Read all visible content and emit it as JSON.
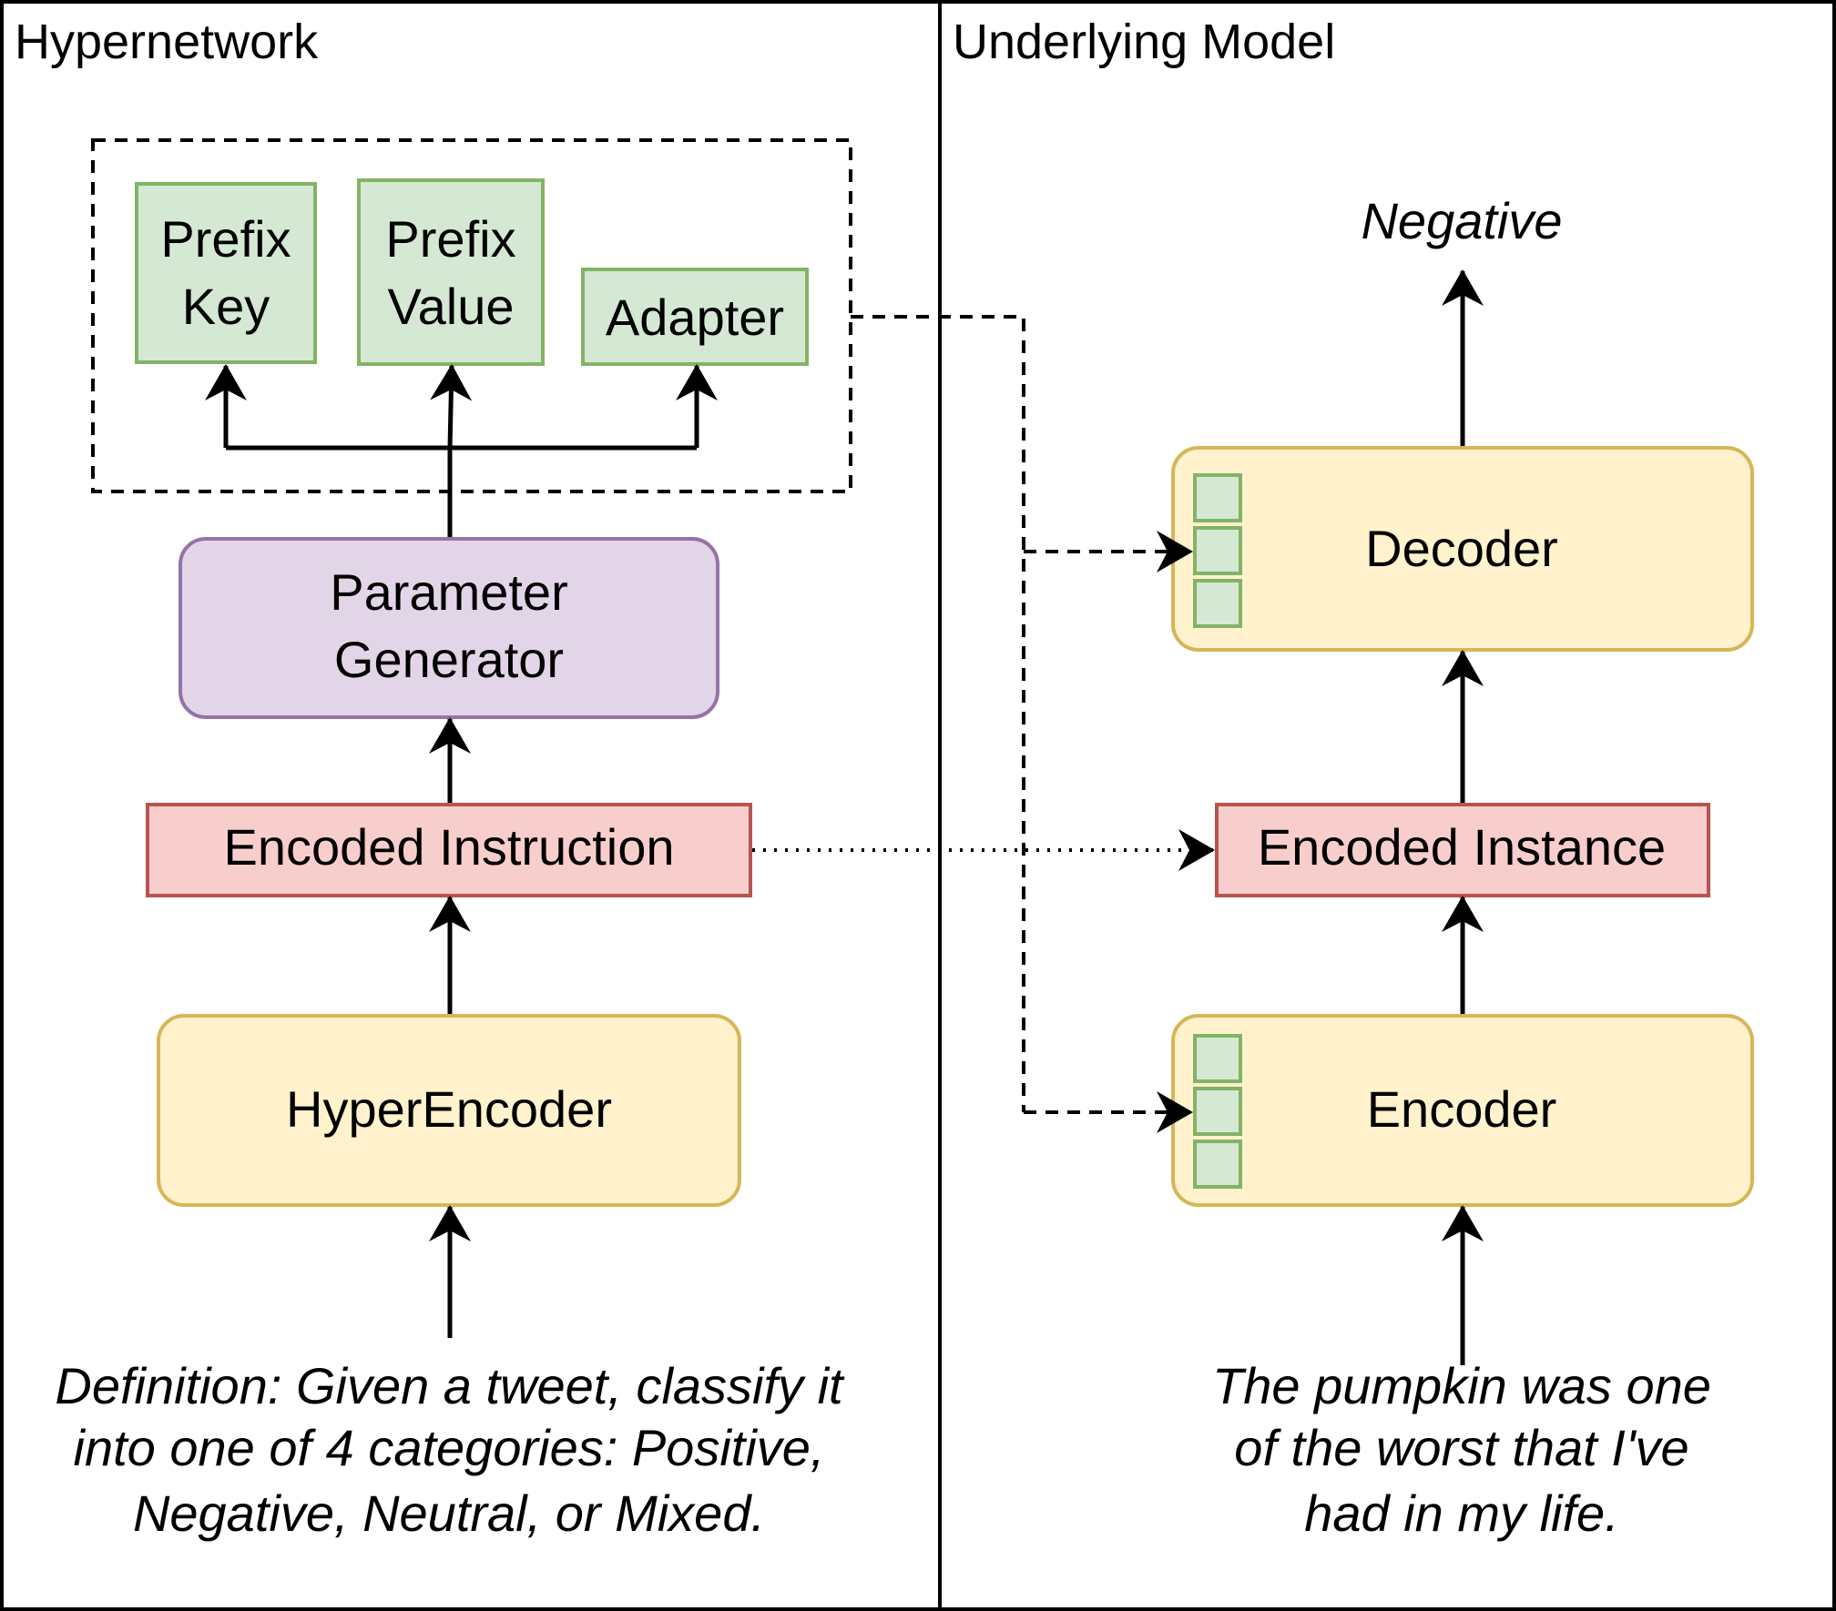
{
  "panels": {
    "left_title": "Hypernetwork",
    "right_title": "Underlying Model"
  },
  "hypernetwork": {
    "prefix_key": [
      "Prefix",
      "Key"
    ],
    "prefix_value": [
      "Prefix",
      "Value"
    ],
    "adapter": "Adapter",
    "parameter_generator": [
      "Parameter",
      "Generator"
    ],
    "encoded_instruction": "Encoded Instruction",
    "hyper_encoder": "HyperEncoder",
    "instruction_text": [
      "Definition: Given a tweet, classify it",
      "into one of 4 categories: Positive,",
      "Negative, Neutral, or Mixed."
    ]
  },
  "underlying_model": {
    "output": "Negative",
    "decoder": "Decoder",
    "encoded_instance": "Encoded Instance",
    "encoder": "Encoder",
    "input_text": [
      "The pumpkin was one",
      "of the worst that I've",
      "had in my life."
    ]
  },
  "colors": {
    "green_fill": "#d5e8d4",
    "green_stroke": "#82b366",
    "yellow_fill": "#fff2cc",
    "yellow_stroke": "#d6b656",
    "purple_fill": "#e1d5e7",
    "purple_stroke": "#9673a6",
    "red_fill": "#f8cecc",
    "red_stroke": "#b85450"
  }
}
